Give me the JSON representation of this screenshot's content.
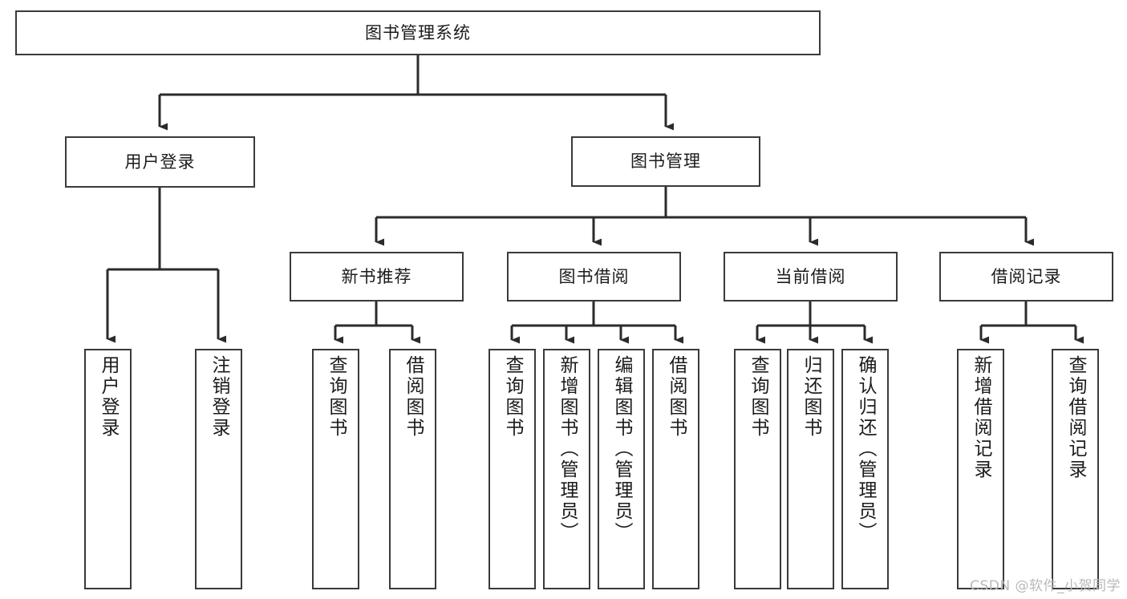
{
  "diagram": {
    "title": "图书管理系统",
    "type": "tree",
    "watermark": "CSDN @软件_小贺同学",
    "colors": {
      "box_border": "#3a3a3a",
      "box_fill": "#ffffff",
      "edge": "#2b2b2b",
      "text": "#1b1b1b",
      "watermark": "#b9b9b9",
      "background": "#ffffff"
    },
    "nodes": {
      "root": {
        "label": "图书管理系统"
      },
      "level2": [
        {
          "id": "user-login",
          "label": "用户登录"
        },
        {
          "id": "book-manage",
          "label": "图书管理"
        }
      ],
      "level3": [
        {
          "id": "new-book-recommend",
          "label": "新书推荐"
        },
        {
          "id": "book-borrow",
          "label": "图书借阅"
        },
        {
          "id": "current-borrow",
          "label": "当前借阅"
        },
        {
          "id": "borrow-record",
          "label": "借阅记录"
        }
      ],
      "leaves": {
        "user_login": [
          {
            "id": "leaf-user-login",
            "label": "用户登录"
          },
          {
            "id": "leaf-logout-login",
            "label": "注销登录"
          }
        ],
        "new_book_recommend": [
          {
            "id": "leaf-query-book-1",
            "label": "查询图书"
          },
          {
            "id": "leaf-borrow-book-1",
            "label": "借阅图书"
          }
        ],
        "book_borrow": [
          {
            "id": "leaf-query-book-2",
            "label": "查询图书"
          },
          {
            "id": "leaf-add-book-admin",
            "label": "新增图书（管理员）"
          },
          {
            "id": "leaf-edit-book-admin",
            "label": "编辑图书（管理员）"
          },
          {
            "id": "leaf-borrow-book-2",
            "label": "借阅图书"
          }
        ],
        "current_borrow": [
          {
            "id": "leaf-query-book-3",
            "label": "查询图书"
          },
          {
            "id": "leaf-return-book",
            "label": "归还图书"
          },
          {
            "id": "leaf-confirm-return-admin",
            "label": "确认归还（管理员）"
          }
        ],
        "borrow_record": [
          {
            "id": "leaf-add-borrow-record",
            "label": "新增借阅记录"
          },
          {
            "id": "leaf-query-borrow-record",
            "label": "查询借阅记录"
          }
        ]
      }
    }
  }
}
